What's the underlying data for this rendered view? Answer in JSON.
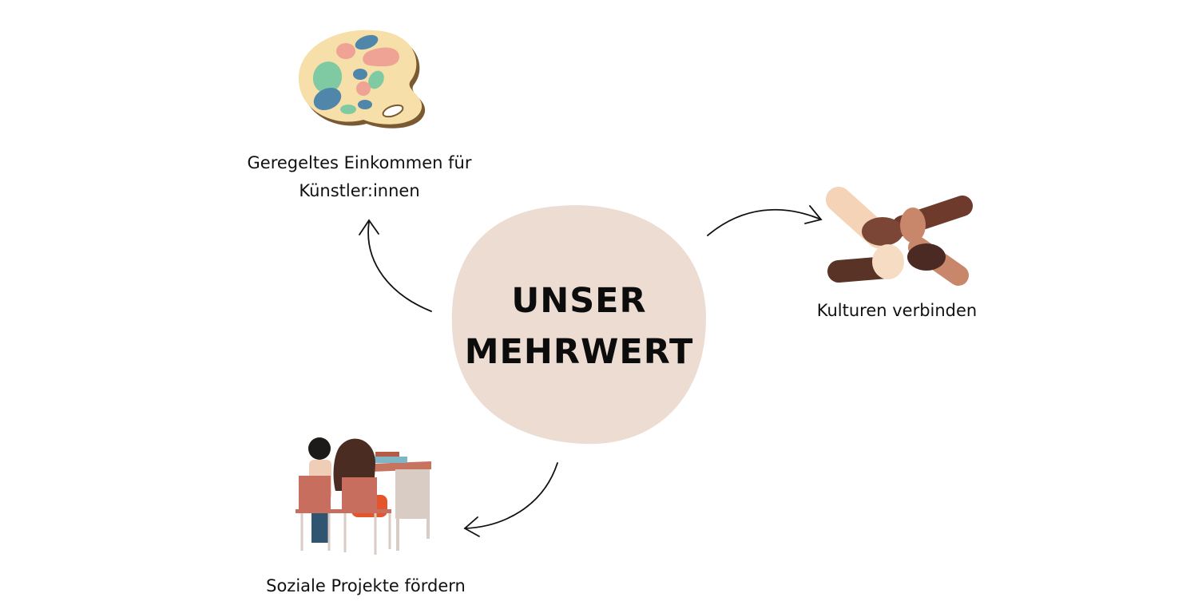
{
  "center": {
    "line1": "UNSER",
    "line2": "MEHRWERT",
    "blob_color": "#ecdcd2"
  },
  "nodes": [
    {
      "id": "income",
      "line1": "Geregeltes Einkommen für",
      "line2": "Künstler:innen",
      "icon": "palette-icon"
    },
    {
      "id": "cultures",
      "line1": "Kulturen verbinden",
      "icon": "joined-hands-icon"
    },
    {
      "id": "social",
      "line1": "Soziale Projekte fördern",
      "icon": "students-at-desk-icon"
    }
  ]
}
